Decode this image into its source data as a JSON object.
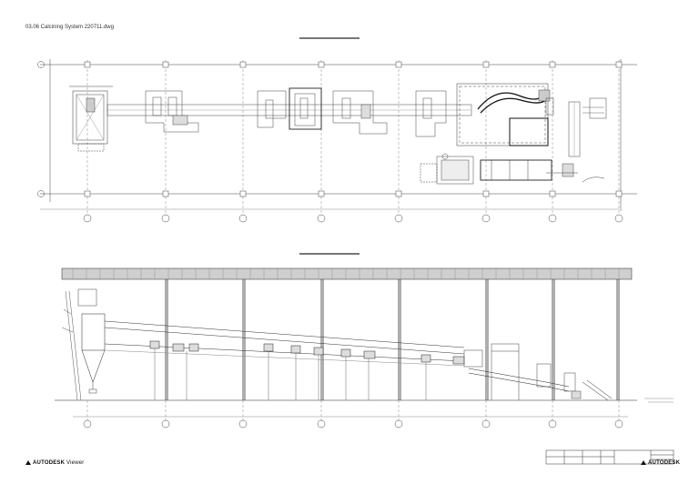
{
  "file_title": "03.06 Calcining System 220711.dwg",
  "branding": {
    "left_name": "AUTODESK",
    "left_product": "Viewer",
    "right_name": "AUTODESK"
  }
}
